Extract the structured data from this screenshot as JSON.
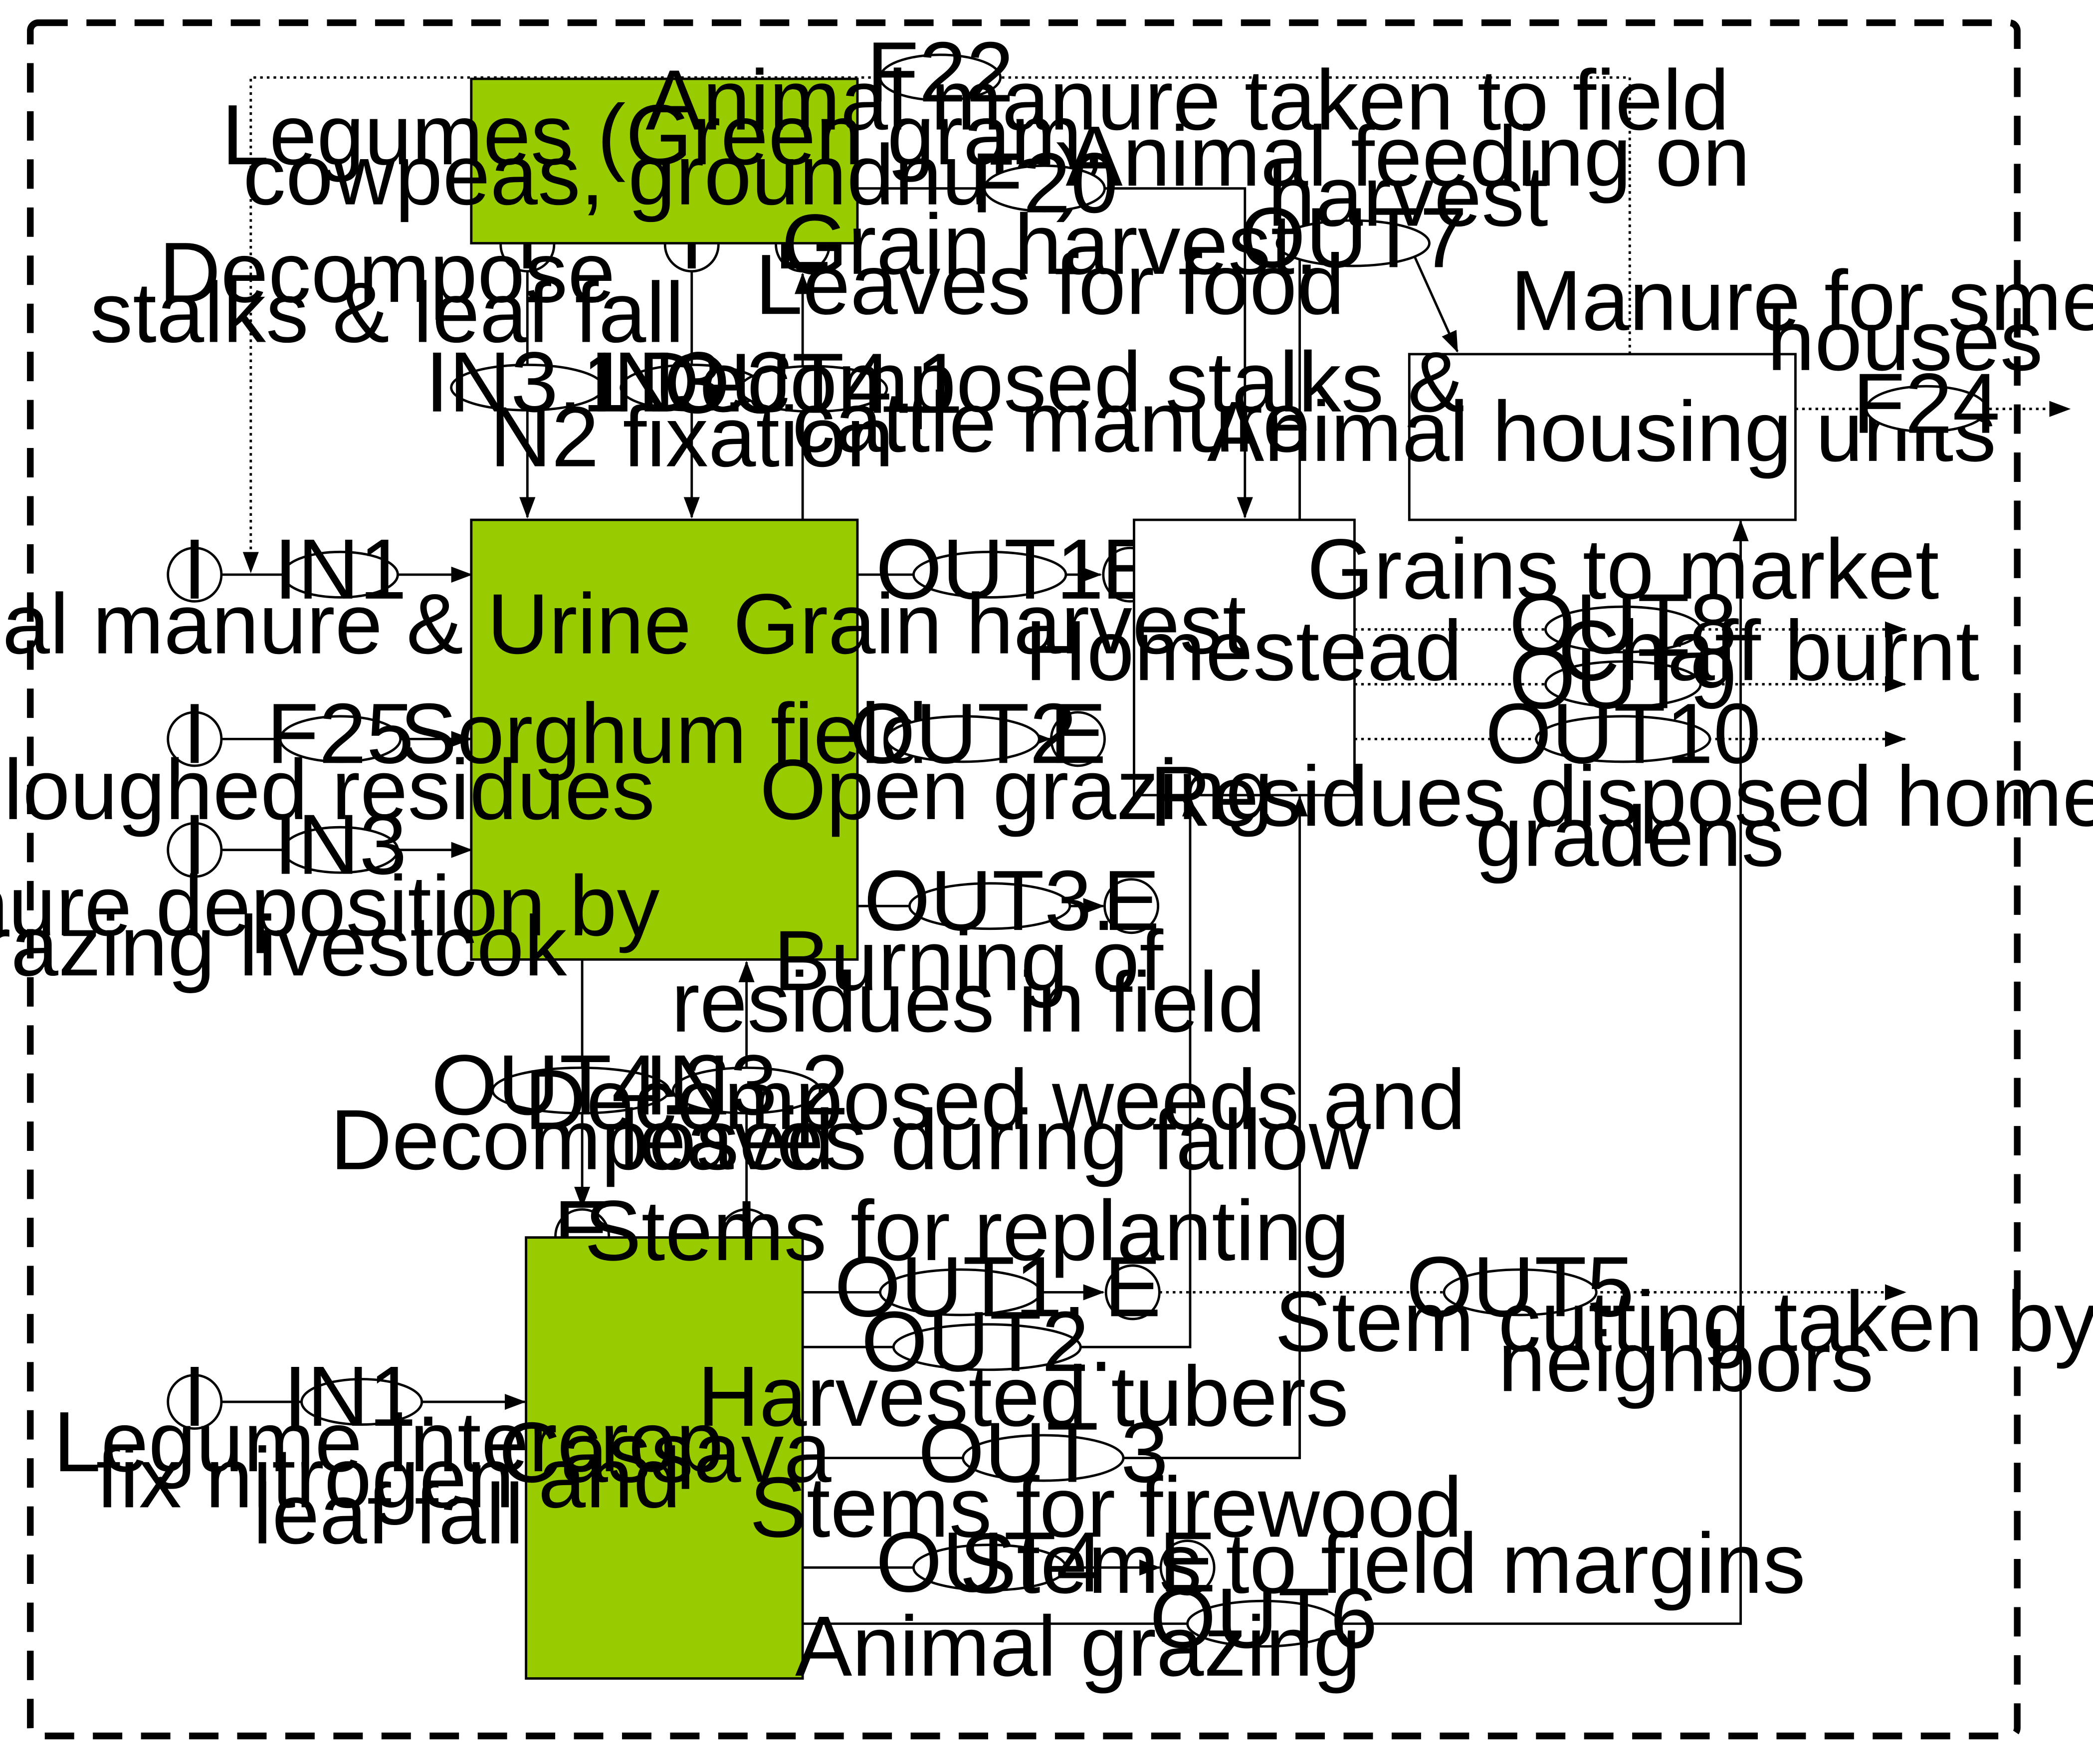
{
  "colors": {
    "crop_box": "#99cc00",
    "line": "#000000",
    "background": "#ffffff"
  },
  "nodes": {
    "legumes": [
      "Legumes (Green gram,",
      "cowpeas, groundnuts)"
    ],
    "sorghum": "Sorghum field",
    "cassava": "Cassava",
    "homestead": "Homestead",
    "animal_housing": "Animal housing units"
  },
  "terminals": {
    "input": "I",
    "export": "E"
  },
  "flows": {
    "f22": "F22",
    "f20": "F20",
    "f24": "F24",
    "f25": "F25",
    "in1": "IN1",
    "in3": "IN3",
    "in31": "IN3.1",
    "in33": "IN3.3",
    "in32": "IN3.2",
    "in1c": "IN1.",
    "out41": "OUT4.1",
    "out42": "OUT4.2",
    "out7": "OUT7",
    "out1": "OUT1",
    "out2": "OUT2",
    "out3": "OUT3.",
    "out8": "OUT8",
    "out9": "OUT9",
    "out10": "OUT10",
    "out1c": "OUT1.",
    "out2c": "OUT2.",
    "out5": "OUT5",
    "out3c": "OUT 3",
    "out4": "OUT4",
    "out6": "OUT6"
  },
  "labels": {
    "f22": "Animal manure taken to field",
    "f20": [
      "Grain harvest,",
      "Leaves for food"
    ],
    "out7": [
      "Animal feeding on",
      "harvest"
    ],
    "f24": [
      "Manure for smearing",
      "houses"
    ],
    "in31": [
      "Decompose",
      "stalks & leaf fall"
    ],
    "in33": "N2 fixation",
    "out41": [
      "Decomposed stalks &",
      "cattle manure"
    ],
    "in1": "Animal manure & Urine",
    "f25": "Reploughed residues",
    "in3": [
      "Manure deposition by",
      "grazing livestcok"
    ],
    "out1": "Grain harvest",
    "out2": "Open grazing",
    "out3": [
      "Burning of",
      "residues in field"
    ],
    "out8": "Grains to market",
    "out9": "Chaff burnt",
    "out10": [
      "Residues disposed home",
      "gradens"
    ],
    "out42": "Decomposed",
    "in32": [
      "Decomposed weeds and",
      "leaves during fallow"
    ],
    "out1c": "Stems for replanting",
    "out5": [
      "Stem cutting taken by",
      "neighbors"
    ],
    "out2c": "Harvested tubers",
    "in1c": [
      "Legume Intercrop",
      "fix nitrogen and",
      "leaf fall"
    ],
    "out3c": "Stems for firewood",
    "out4": "Stems to field margins",
    "out6": "Animal grazing"
  }
}
